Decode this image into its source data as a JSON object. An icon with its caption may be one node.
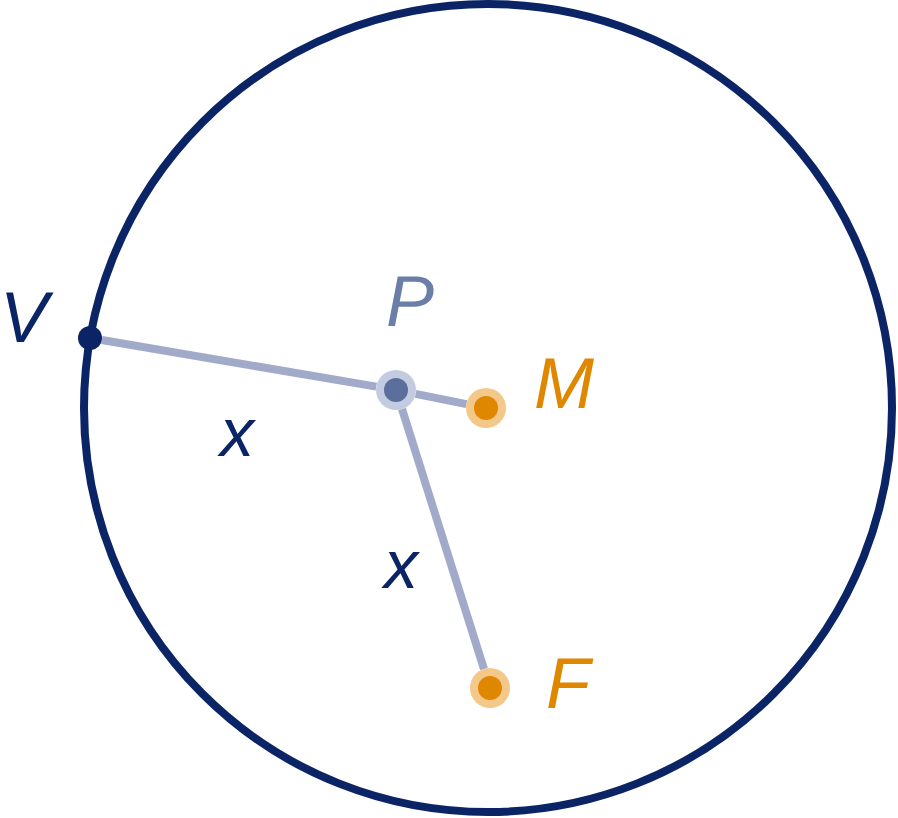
{
  "diagram": {
    "nodes": [
      {
        "text": [
          "V"
        ]
      },
      {
        "text": [
          "P"
        ]
      },
      {
        "text": [
          "M"
        ]
      },
      {
        "text": [
          "F"
        ]
      }
    ],
    "edges": [
      {
        "from": 0,
        "to": 1,
        "arrow": "none",
        "label": "x"
      },
      {
        "from": 1,
        "to": 2,
        "arrow": "none"
      },
      {
        "from": 1,
        "to": 3,
        "arrow": "none",
        "label": "x"
      }
    ]
  }
}
